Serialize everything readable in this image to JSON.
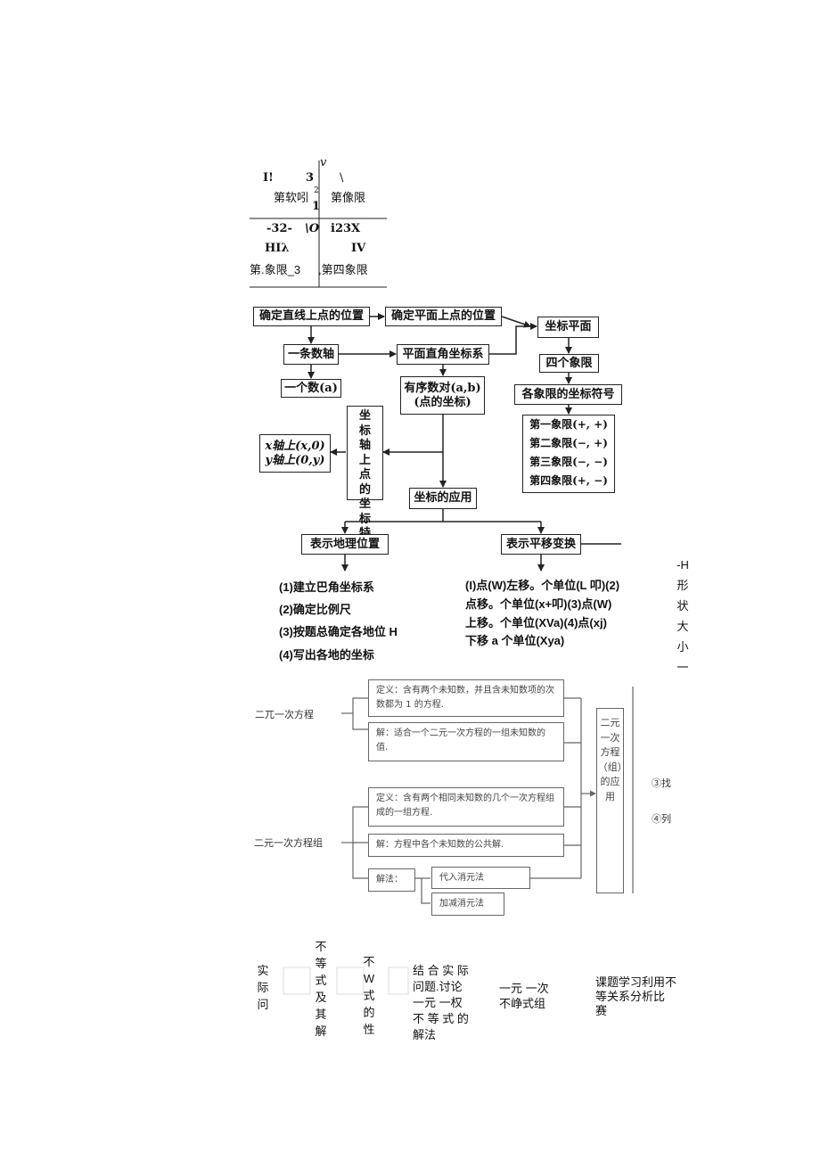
{
  "quadrant": {
    "y_axis": "v",
    "q2_numeral": "I!",
    "q2_num": "3",
    "q2_label": "第软吲",
    "q2_sup": "2",
    "q1_mark": "\\",
    "q1_label": "第像限",
    "num_1": "1",
    "x_left": "-32-",
    "origin": "\\O",
    "x_right": "i23X",
    "q3_numeral": "HIλ",
    "q4_numeral": "IV",
    "q3_label": "第.象限_3",
    "q4_label": ",第四象限"
  },
  "flow1": {
    "line_pos": "确定直线上点的位置",
    "plane_pos": "确定平面上点的位置",
    "coord_plane": "坐标平面",
    "number_line": "一条数轴",
    "rect_system": "平面直角坐标系",
    "four_quadrants": "四个象限",
    "a_number": "一个数(a)",
    "ordered_pair_1": "有序数对(a,b)",
    "ordered_pair_2": "(点的坐标)",
    "quad_signs": "各象限的坐标符号",
    "sign_q1": "第一象限(+, +)",
    "sign_q2": "第二象限(−, +)",
    "sign_q3": "第三象限(−, −)",
    "sign_q4": "第四象限(+, −)",
    "axis_feature": "坐标轴上点的坐标特征",
    "x_axis_point": "x轴上(x,0)",
    "y_axis_point": "y轴上(0,y)",
    "application": "坐标的应用",
    "geo_position": "表示地理位置",
    "translation": "表示平移变换",
    "geo_steps": [
      "(1)建立巴角坐标系",
      "(2)确定比例尺",
      "(3)按题总确定各地位 H",
      "(4)写出各地的坐标"
    ],
    "trans_steps": [
      "(I)点(W)左移。个单位(L 叩)(2)",
      "点移。个单位(x+叩)(3)点(W)",
      "上移。个单位(XVa)(4)点(xj)",
      "下移 a 个单位(Xya)"
    ],
    "side_text": [
      "-H",
      "形",
      "状",
      "大",
      "小",
      "一"
    ]
  },
  "flow2": {
    "eq_label": "二兀一次方程",
    "eq_def": "定义：含有两个未知数，并且含未知数项的次数都为 1 的方程.",
    "eq_sol": "解：适合一个二元一次方程的一组未知数的值.",
    "sys_def": "定义：含有两个相同未知数的几个一次方程组成的一组方程.",
    "sys_label": "二元一次方程组",
    "sys_sol": "解：方程中各个未知数的公共解.",
    "method": "解法：",
    "substitution": "代入消元法",
    "elimination": "加减消元法",
    "application_vertical": "二元一次方程（组）的应用",
    "find": "③找",
    "list": "④列"
  },
  "flow3": {
    "real_problem": [
      "实",
      "际",
      "问"
    ],
    "ineq_solution": [
      "不",
      "等",
      "式",
      "及",
      "其",
      "解"
    ],
    "ineq_property": [
      "不",
      "W",
      "式",
      "的",
      "性"
    ],
    "combine_1": "结 合 实 际",
    "combine_2": "问题.讨论",
    "combine_3": "一元 一权",
    "combine_4": "不 等 式 的",
    "combine_5": "解法",
    "system_1": "一元 一次",
    "system_2": "不峥式组",
    "project_1": "课题学习利用不",
    "project_2": "等关系分析比",
    "project_3": "赛"
  }
}
